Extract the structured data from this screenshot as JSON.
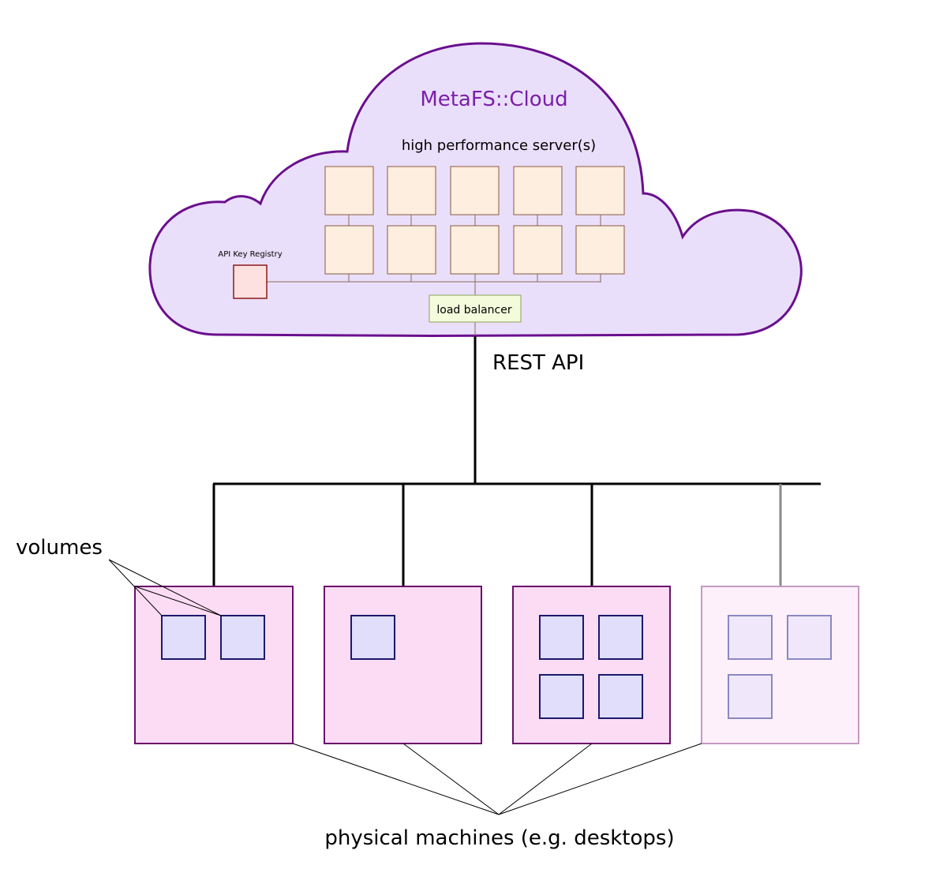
{
  "cloud": {
    "title": "MetaFS::Cloud",
    "servers_label": "high performance server(s)",
    "registry_label": "API Key Registry",
    "balancer_label": "load balancer",
    "server_grid": {
      "columns": 5,
      "rows": 2
    }
  },
  "connection_label": "REST API",
  "volumes_label": "volumes",
  "machines_label": "physical machines (e.g. desktops)",
  "machines": [
    {
      "volumes": 2,
      "faded": false
    },
    {
      "volumes": 1,
      "faded": false
    },
    {
      "volumes": 4,
      "faded": false
    },
    {
      "volumes": 3,
      "faded": true
    }
  ],
  "colors": {
    "cloud_fill": "#eadffa",
    "cloud_stroke": "#6a0f8e",
    "title": "#7a1fa8",
    "server_fill": "#fdeedf",
    "server_stroke": "#8b5a3c",
    "registry_fill": "#fde0e0",
    "registry_stroke": "#8b1a1a",
    "balancer_fill": "#f4fbdc",
    "balancer_stroke": "#8aa35a",
    "machine_fill": "#fcdcf4",
    "machine_stroke": "#6a0f6a",
    "volume_fill": "#e0defa",
    "volume_stroke": "#1a1a6e"
  }
}
